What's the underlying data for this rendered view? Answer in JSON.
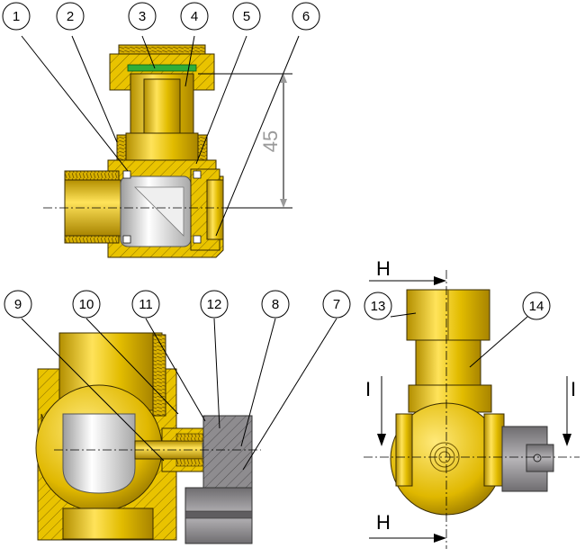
{
  "callouts": {
    "c1": "1",
    "c2": "2",
    "c3": "3",
    "c4": "4",
    "c5": "5",
    "c6": "6",
    "c7": "7",
    "c8": "8",
    "c9": "9",
    "c10": "10",
    "c11": "11",
    "c12": "12",
    "c13": "13",
    "c14": "14"
  },
  "dimension": {
    "value": "45"
  },
  "section_marks": {
    "h_top": "H",
    "h_bottom": "H",
    "i_left": "I",
    "i_right": "I"
  },
  "colors": {
    "brass": "#e6c200",
    "brass_dark": "#a88800",
    "chrome": "#d8d8d8",
    "seal": "#2fae3a",
    "grey_part": "#8c8a8c"
  }
}
